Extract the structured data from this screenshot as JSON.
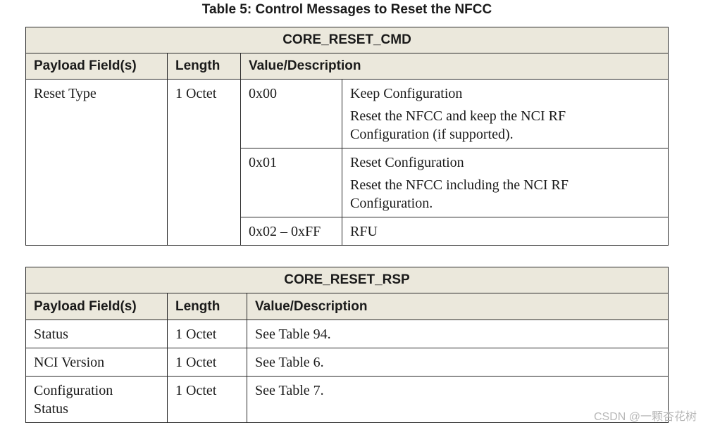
{
  "caption": "Table 5: Control Messages to Reset the NFCC",
  "cmd_table": {
    "title": "CORE_RESET_CMD",
    "headers": [
      "Payload Field(s)",
      "Length",
      "Value/Description"
    ],
    "field": "Reset Type",
    "length": "1 Octet",
    "values": [
      {
        "code": "0x00",
        "name": "Keep Configuration",
        "detail_lines": [
          "Reset the NFCC and keep the NCI RF",
          "Configuration (if supported)."
        ]
      },
      {
        "code": "0x01",
        "name": "Reset Configuration",
        "detail_lines": [
          "Reset the NFCC including the NCI RF",
          "Configuration."
        ]
      },
      {
        "code": "0x02 – 0xFF",
        "name": "RFU"
      }
    ]
  },
  "rsp_table": {
    "title": "CORE_RESET_RSP",
    "headers": [
      "Payload Field(s)",
      "Length",
      "Value/Description"
    ],
    "rows": [
      {
        "field_lines": [
          "Status"
        ],
        "length": "1 Octet",
        "value": "See Table 94."
      },
      {
        "field_lines": [
          "NCI Version"
        ],
        "length": "1 Octet",
        "value": "See Table 6."
      },
      {
        "field_lines": [
          "Configuration",
          "Status"
        ],
        "length": "1 Octet",
        "value": "See Table 7."
      }
    ]
  },
  "corner_mark": "CSDN @一颗杏花树"
}
